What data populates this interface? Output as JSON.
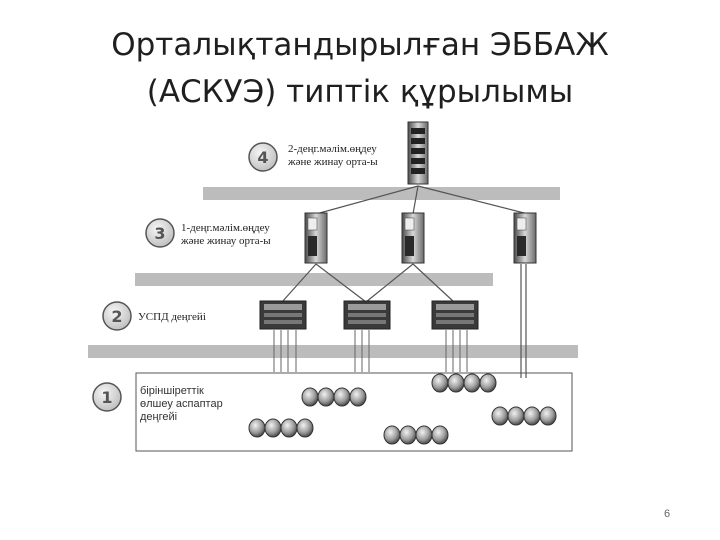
{
  "slide": {
    "title_line1": "Орталықтандырылған ЭББАЖ",
    "title_line2": "(АСКУЭ) типтік құрылымы",
    "page_number": "6"
  },
  "levels": [
    {
      "number": "4",
      "label_line1": "2-деңг.мәлім.өңдеу",
      "label_line2": "және жинау орта-ы"
    },
    {
      "number": "3",
      "label_line1": "1-деңг.мәлім.өңдеу",
      "label_line2": "және жинау орта-ы"
    },
    {
      "number": "2",
      "label_line1": "УСПД деңгейі"
    },
    {
      "number": "1",
      "label_line1": "біріншіреттік",
      "label_line2": "өлшеу аспаптар",
      "label_line3": "деңгейі"
    }
  ]
}
